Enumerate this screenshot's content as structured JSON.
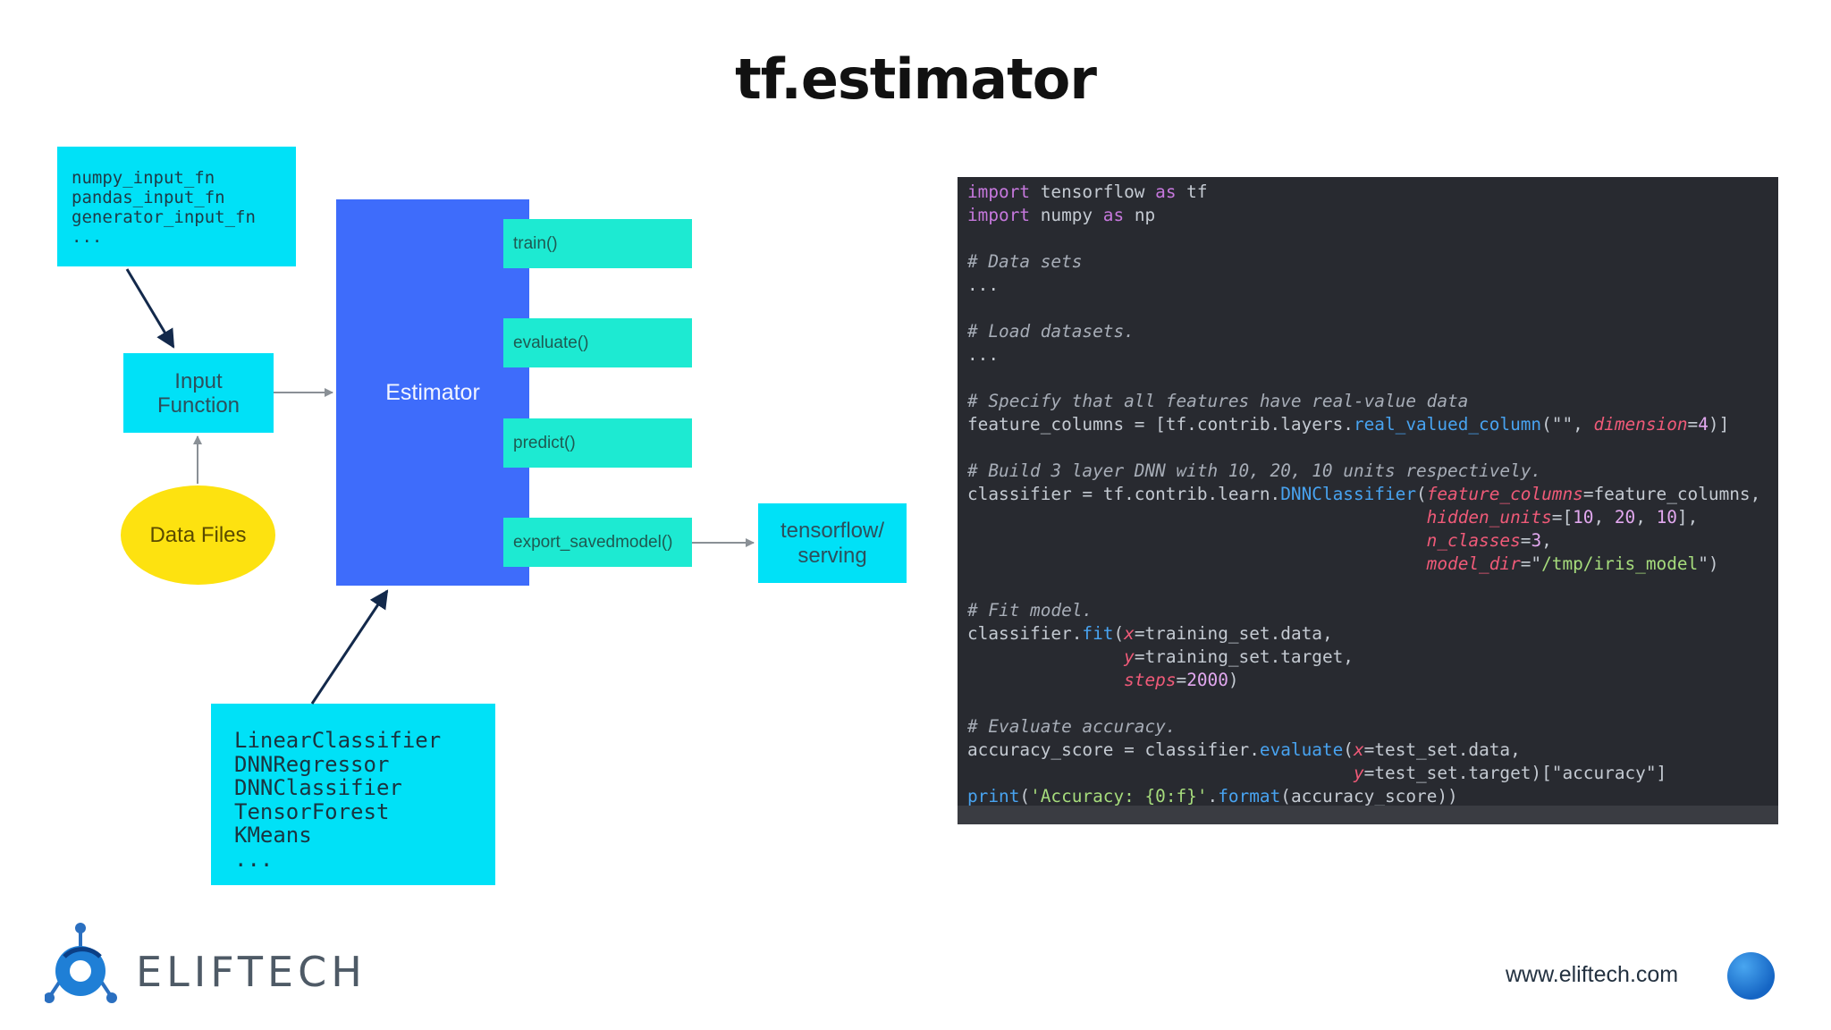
{
  "slide": {
    "title": "tf.estimator"
  },
  "diagram": {
    "input_fn_list": [
      "numpy_input_fn",
      "pandas_input_fn",
      "generator_input_fn",
      "..."
    ],
    "input_function": "Input\nFunction",
    "data_files": "Data Files",
    "estimator": "Estimator",
    "methods": [
      "train()",
      "evaluate()",
      "predict()",
      "export_savedmodel()"
    ],
    "serving": "tensorflow/\nserving",
    "estimator_list": [
      "LinearClassifier",
      "DNNRegressor",
      "DNNClassifier",
      "TensorForest",
      "KMeans",
      "..."
    ]
  },
  "code": {
    "lines": [
      [
        [
          "kw",
          "import"
        ],
        [
          "pln",
          " tensorflow "
        ],
        [
          "kw",
          "as"
        ],
        [
          "pln",
          " tf"
        ]
      ],
      [
        [
          "kw",
          "import"
        ],
        [
          "pln",
          " numpy "
        ],
        [
          "kw",
          "as"
        ],
        [
          "pln",
          " np"
        ]
      ],
      [],
      [
        [
          "cm",
          "# Data sets"
        ]
      ],
      [
        [
          "pln",
          "..."
        ]
      ],
      [],
      [
        [
          "cm",
          "# Load datasets."
        ]
      ],
      [
        [
          "pln",
          "..."
        ]
      ],
      [],
      [
        [
          "cm",
          "# Specify that all features have real-value data"
        ]
      ],
      [
        [
          "pln",
          "feature_columns = [tf.contrib.layers."
        ],
        [
          "fn",
          "real_valued_column"
        ],
        [
          "pln",
          "(\"\", "
        ],
        [
          "prm",
          "dimension"
        ],
        [
          "pln",
          "="
        ],
        [
          "num",
          "4"
        ],
        [
          "pln",
          ")]"
        ]
      ],
      [],
      [
        [
          "cm",
          "# Build 3 layer DNN with 10, 20, 10 units respectively."
        ]
      ],
      [
        [
          "pln",
          "classifier = tf.contrib.learn."
        ],
        [
          "fn",
          "DNNClassifier"
        ],
        [
          "pln",
          "("
        ],
        [
          "prm",
          "feature_columns"
        ],
        [
          "pln",
          "=feature_columns,"
        ]
      ],
      [
        [
          "pln",
          "                                            "
        ],
        [
          "prm",
          "hidden_units"
        ],
        [
          "pln",
          "=["
        ],
        [
          "num",
          "10"
        ],
        [
          "pln",
          ", "
        ],
        [
          "num",
          "20"
        ],
        [
          "pln",
          ", "
        ],
        [
          "num",
          "10"
        ],
        [
          "pln",
          "],"
        ]
      ],
      [
        [
          "pln",
          "                                            "
        ],
        [
          "prm",
          "n_classes"
        ],
        [
          "pln",
          "="
        ],
        [
          "num",
          "3"
        ],
        [
          "pln",
          ","
        ]
      ],
      [
        [
          "pln",
          "                                            "
        ],
        [
          "prm",
          "model_dir"
        ],
        [
          "pln",
          "=\""
        ],
        [
          "str",
          "/tmp/iris_model"
        ],
        [
          "pln",
          "\")"
        ]
      ],
      [],
      [
        [
          "cm",
          "# Fit model."
        ]
      ],
      [
        [
          "pln",
          "classifier."
        ],
        [
          "fn",
          "fit"
        ],
        [
          "pln",
          "("
        ],
        [
          "prm",
          "x"
        ],
        [
          "pln",
          "=training_set.data,"
        ]
      ],
      [
        [
          "pln",
          "               "
        ],
        [
          "prm",
          "y"
        ],
        [
          "pln",
          "=training_set.target,"
        ]
      ],
      [
        [
          "pln",
          "               "
        ],
        [
          "prm",
          "steps"
        ],
        [
          "pln",
          "="
        ],
        [
          "num",
          "2000"
        ],
        [
          "pln",
          ")"
        ]
      ],
      [],
      [
        [
          "cm",
          "# Evaluate accuracy."
        ]
      ],
      [
        [
          "pln",
          "accuracy_score = classifier."
        ],
        [
          "fn",
          "evaluate"
        ],
        [
          "pln",
          "("
        ],
        [
          "prm",
          "x"
        ],
        [
          "pln",
          "=test_set.data,"
        ]
      ],
      [
        [
          "pln",
          "                                     "
        ],
        [
          "prm",
          "y"
        ],
        [
          "pln",
          "=test_set.target)[\"accuracy\"]"
        ]
      ],
      [
        [
          "fn",
          "print"
        ],
        [
          "pln",
          "("
        ],
        [
          "str",
          "'Accuracy: {0:f}'"
        ],
        [
          "pln",
          "."
        ],
        [
          "fn",
          "format"
        ],
        [
          "pln",
          "(accuracy_score))"
        ]
      ]
    ]
  },
  "footer": {
    "logo_text": "ELIFTECH",
    "website": "www.eliftech.com"
  }
}
